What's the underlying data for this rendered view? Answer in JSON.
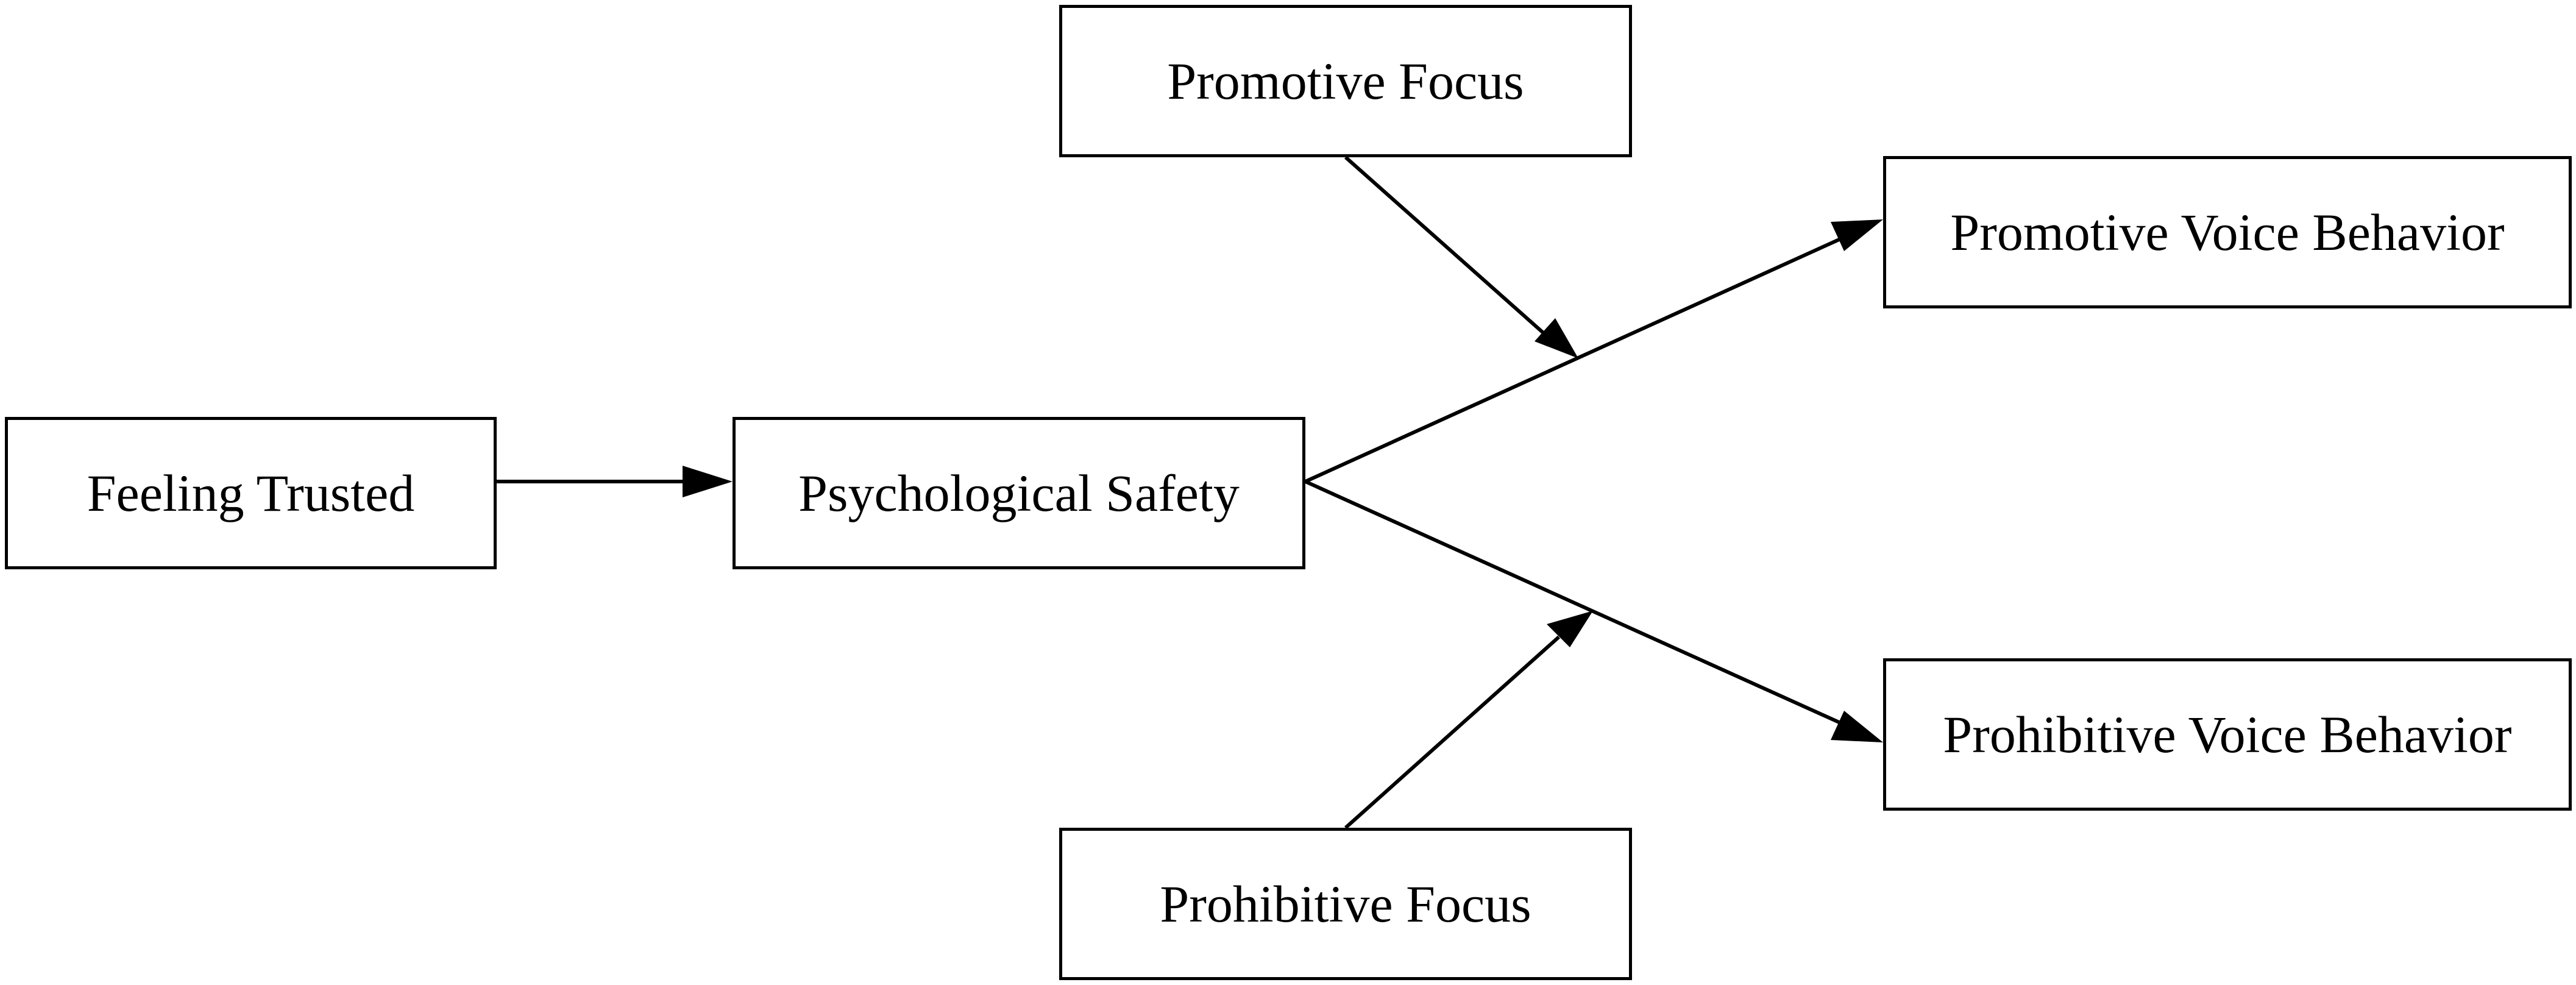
{
  "nodes": {
    "feeling_trusted": "Feeling Trusted",
    "psychological_safety": "Psychological Safety",
    "promotive_focus": "Promotive Focus",
    "prohibitive_focus": "Prohibitive Focus",
    "promotive_voice": "Promotive Voice Behavior",
    "prohibitive_voice": "Prohibitive Voice Behavior"
  },
  "edges": [
    {
      "from": "Feeling Trusted",
      "to": "Psychological Safety"
    },
    {
      "from": "Psychological Safety",
      "to": "Promotive Voice Behavior"
    },
    {
      "from": "Psychological Safety",
      "to": "Prohibitive Voice Behavior"
    },
    {
      "from": "Promotive Focus",
      "to": "Psychological Safety → Promotive Voice Behavior"
    },
    {
      "from": "Prohibitive Focus",
      "to": "Psychological Safety → Prohibitive Voice Behavior"
    }
  ],
  "colors": {
    "stroke": "#000000",
    "background": "#ffffff"
  }
}
